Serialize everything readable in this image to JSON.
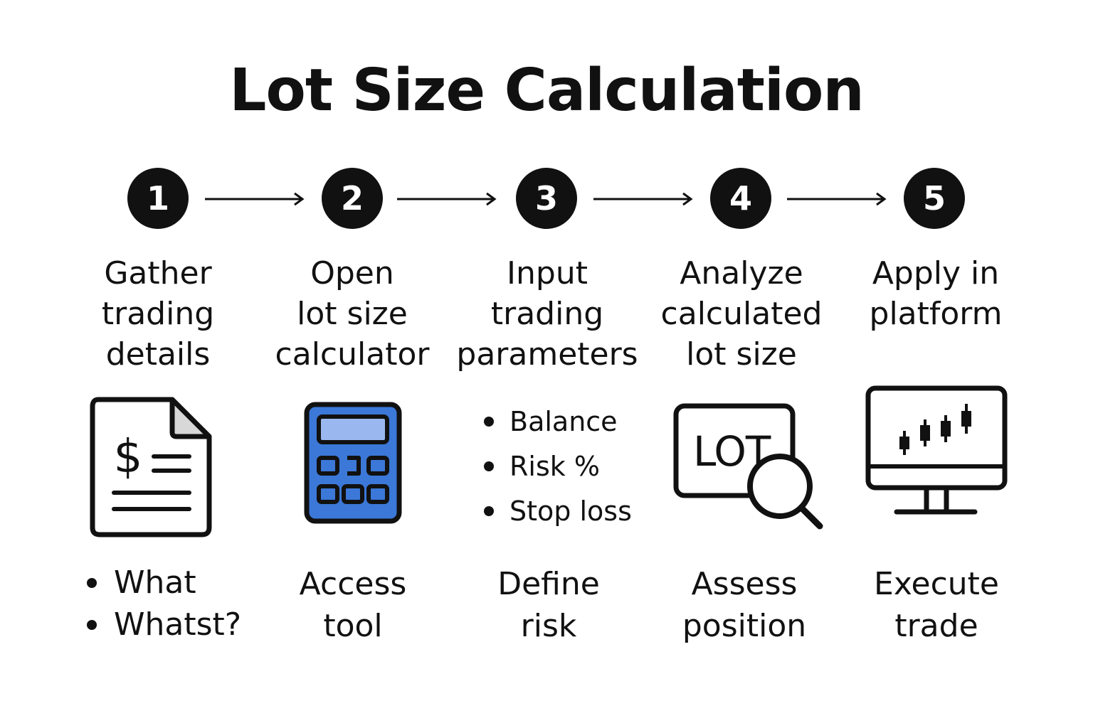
{
  "title": "Lot Size Calculation",
  "colors": {
    "ink": "#111111",
    "calculator_blue": "#3b78d8",
    "calculator_screen": "#9ab8ef",
    "document_fold": "#d8d8d8"
  },
  "steps": [
    {
      "number": "1",
      "label_lines": [
        "Gather",
        "trading",
        "details"
      ],
      "icon": "document-dollar-icon",
      "bullets": [
        "What",
        "Whatst?"
      ]
    },
    {
      "number": "2",
      "label_lines": [
        "Open",
        "lot size",
        "calculator"
      ],
      "icon": "calculator-icon",
      "sublabel_lines": [
        "Access",
        "tool"
      ]
    },
    {
      "number": "3",
      "label_lines": [
        "Input",
        "trading",
        "parameters"
      ],
      "params": [
        "Balance",
        "Risk %",
        "Stop loss"
      ],
      "sublabel_lines": [
        "Define",
        "risk"
      ]
    },
    {
      "number": "4",
      "label_lines": [
        "Analyze",
        "calculated",
        "lot size"
      ],
      "icon": "lot-magnifier-icon",
      "icon_text": "LOT",
      "sublabel_lines": [
        "Assess",
        "position"
      ]
    },
    {
      "number": "5",
      "label_lines": [
        "Apply in",
        "platform"
      ],
      "icon": "monitor-candlestick-icon",
      "sublabel_lines": [
        "Execute",
        "trade"
      ]
    }
  ]
}
